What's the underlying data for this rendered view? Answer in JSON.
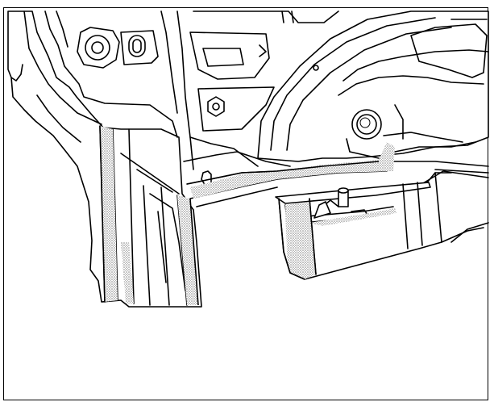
{
  "figure": {
    "kind": "technical line illustration",
    "colors": {
      "background": "#ffffff",
      "line": "#000000",
      "shading": "#9a9a9a"
    },
    "shaded_regions": [
      "seam-sealer-pillar-left",
      "seam-sealer-pillar-right",
      "seam-sealer-floor-seam",
      "seam-sealer-arch-bottom",
      "seam-sealer-tray-side"
    ]
  }
}
